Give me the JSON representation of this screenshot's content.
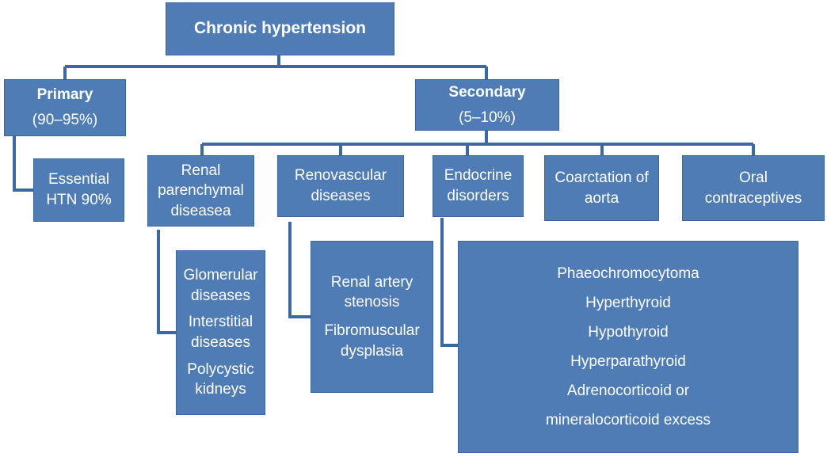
{
  "root": {
    "label": "Chronic hypertension"
  },
  "primary": {
    "title": "Primary",
    "percent": "(90–95%)"
  },
  "secondary": {
    "title": "Secondary",
    "percent": "(5–10%)"
  },
  "essential": {
    "label": "Essential\nHTN 90%"
  },
  "categories": {
    "renal": "Renal\nparenchymal\ndiseasea",
    "renovascular": "Renovascular\ndiseases",
    "endocrine": "Endocrine\ndisorders",
    "coarctation": "Coarctation of\naorta",
    "oral": "Oral\ncontraceptives"
  },
  "renal_list": [
    "Glomerular\ndiseases",
    "Interstitial\ndiseases",
    "Polycystic\nkidneys"
  ],
  "renovascular_list": [
    "Renal artery\nstenosis",
    "Fibromuscular\ndysplasia"
  ],
  "endocrine_list": [
    "Phaeochromocytoma",
    "Hyperthyroid",
    "Hypothyroid",
    "Hyperparathyroid",
    "Adrenocorticoid or",
    "mineralocorticoid excess"
  ],
  "colors": {
    "box_fill": "#4f7cb5",
    "connector": "#3c68a3",
    "text": "#ffffff"
  }
}
